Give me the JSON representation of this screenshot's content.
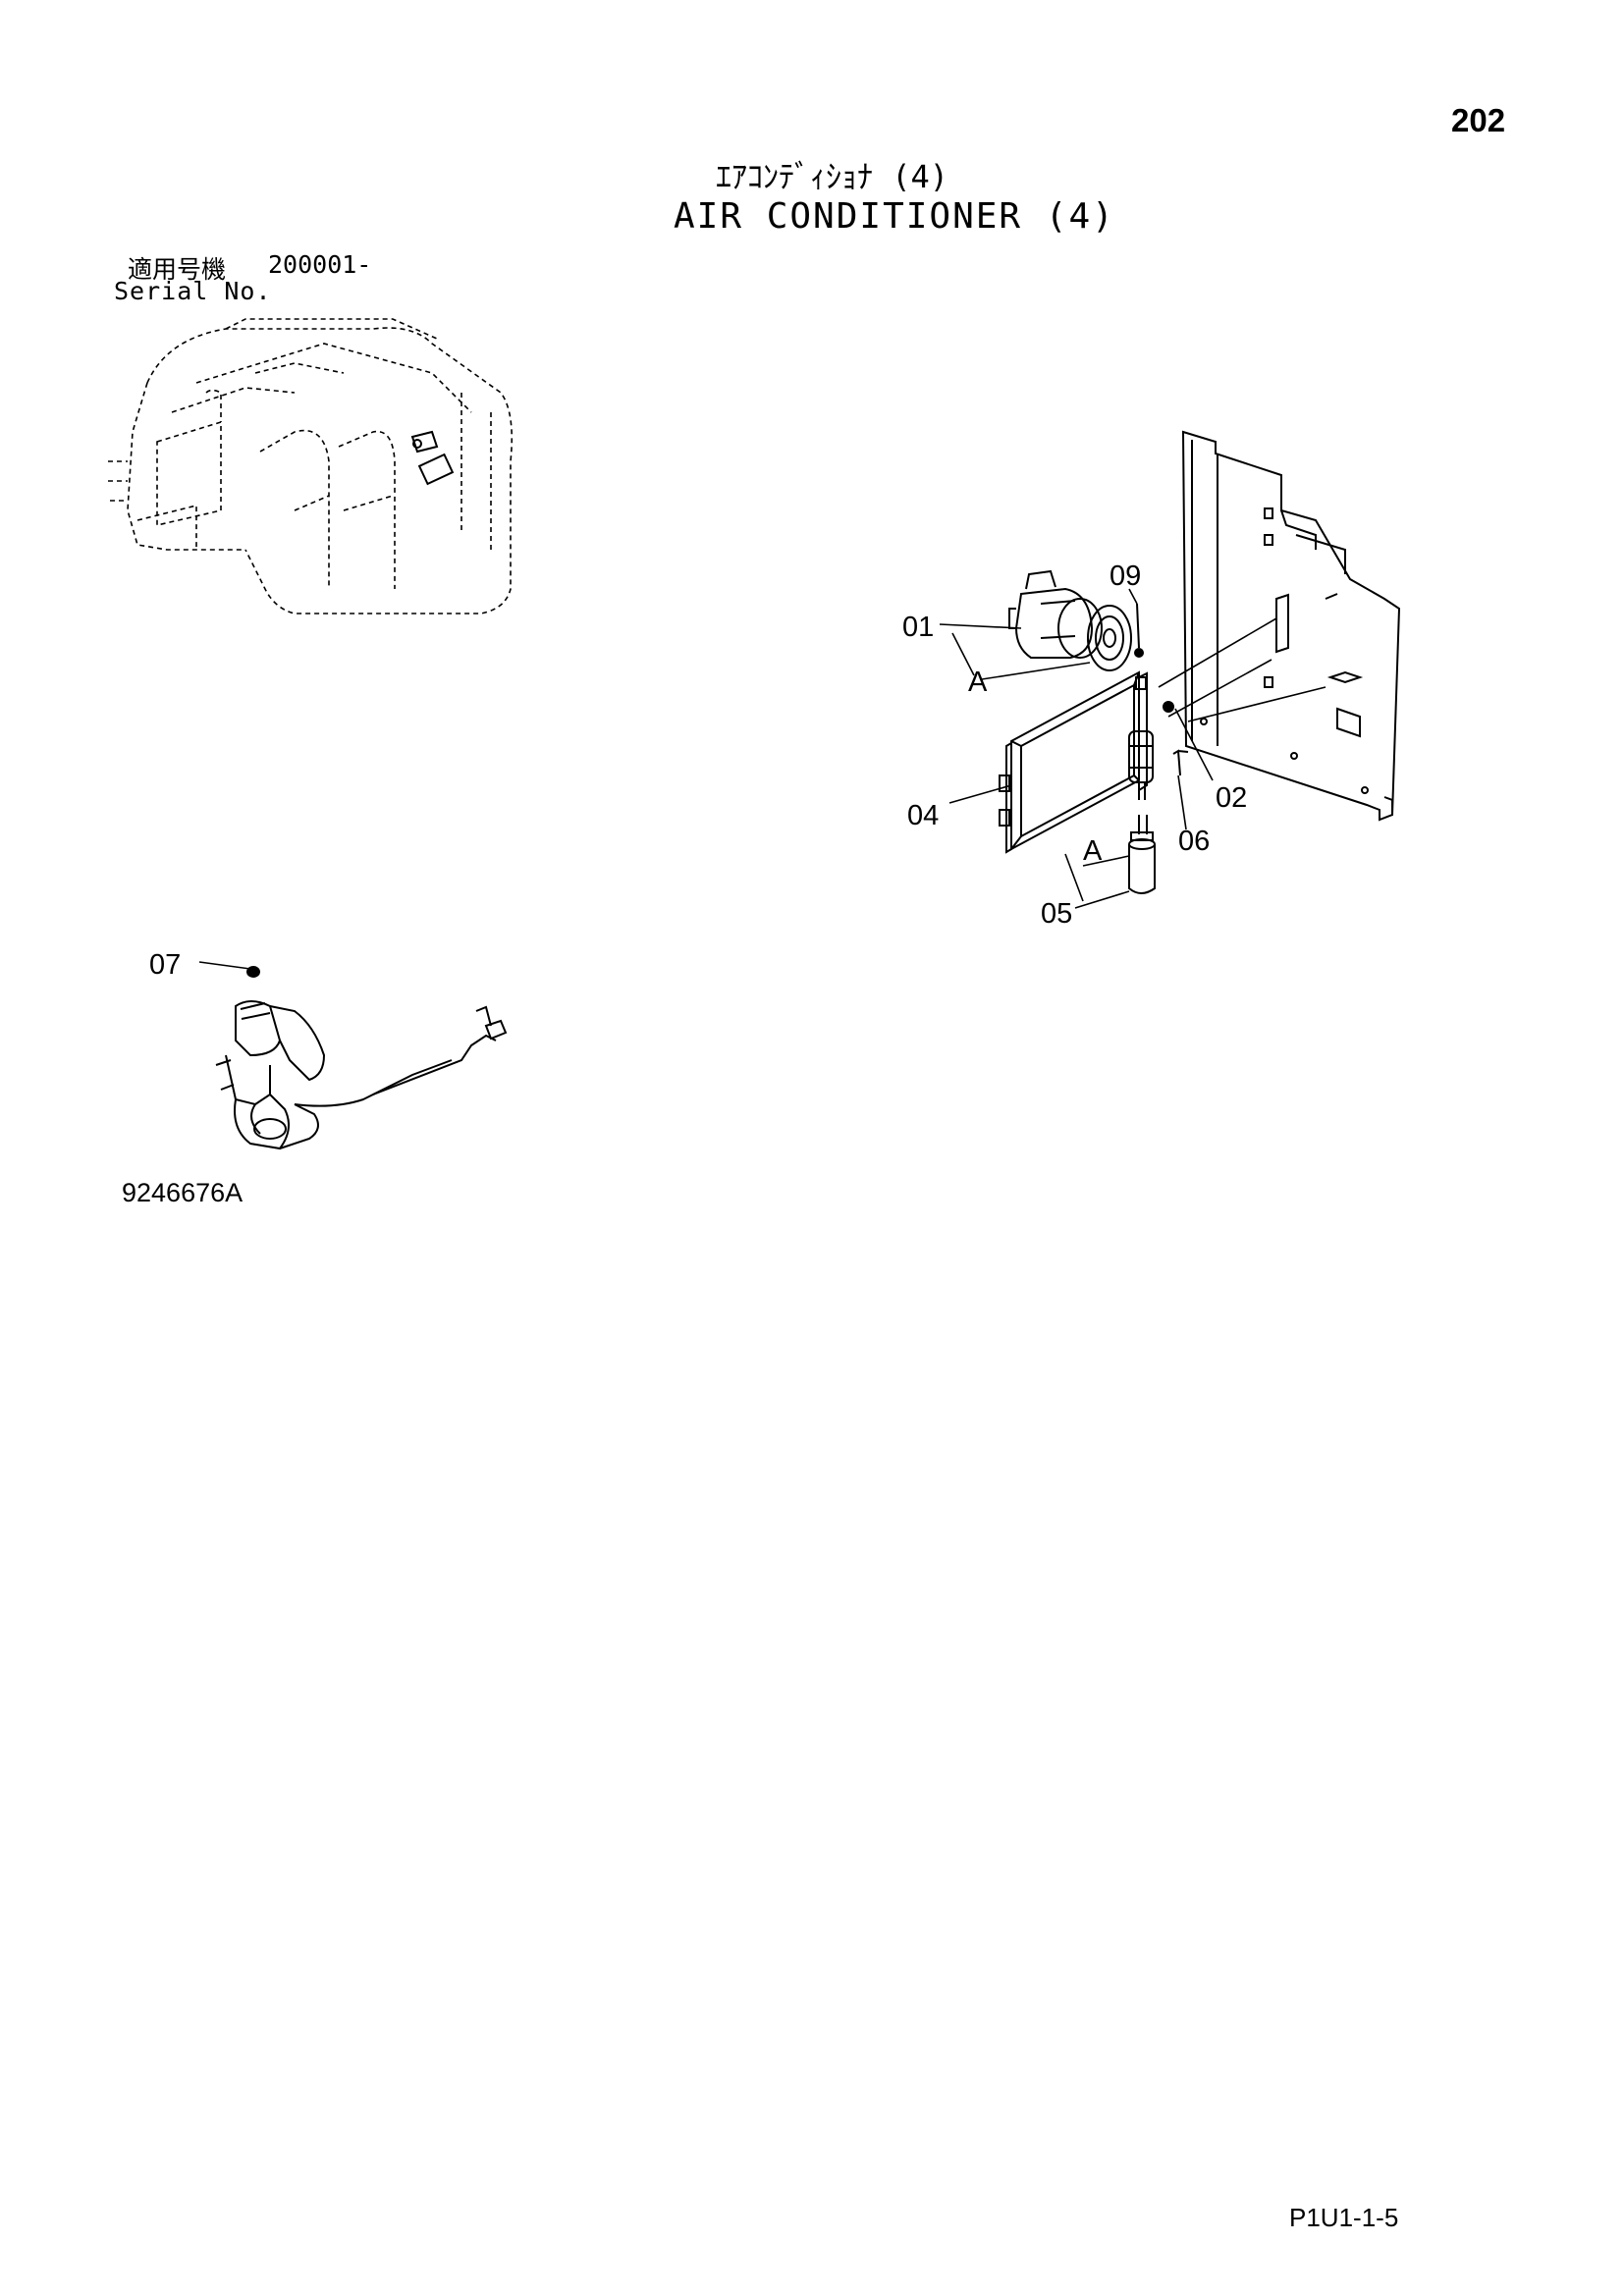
{
  "page": {
    "page_number": "202",
    "title_jp": "ｴｱｺﾝﾃﾞｨｼｮﾅ (4)",
    "title_en": "AIR CONDITIONER (4)",
    "serial_label_jp": "適用号機",
    "serial_value": "200001-",
    "serial_label_en": "Serial No.",
    "drawing_number": "9246676A",
    "page_code": "P1U1-1-5"
  },
  "callouts": {
    "c01": "01",
    "c02": "02",
    "c04": "04",
    "c05": "05",
    "c06": "06",
    "c07": "07",
    "c09": "09",
    "ref_a_compressor": "A",
    "ref_a_receiver": "A"
  }
}
